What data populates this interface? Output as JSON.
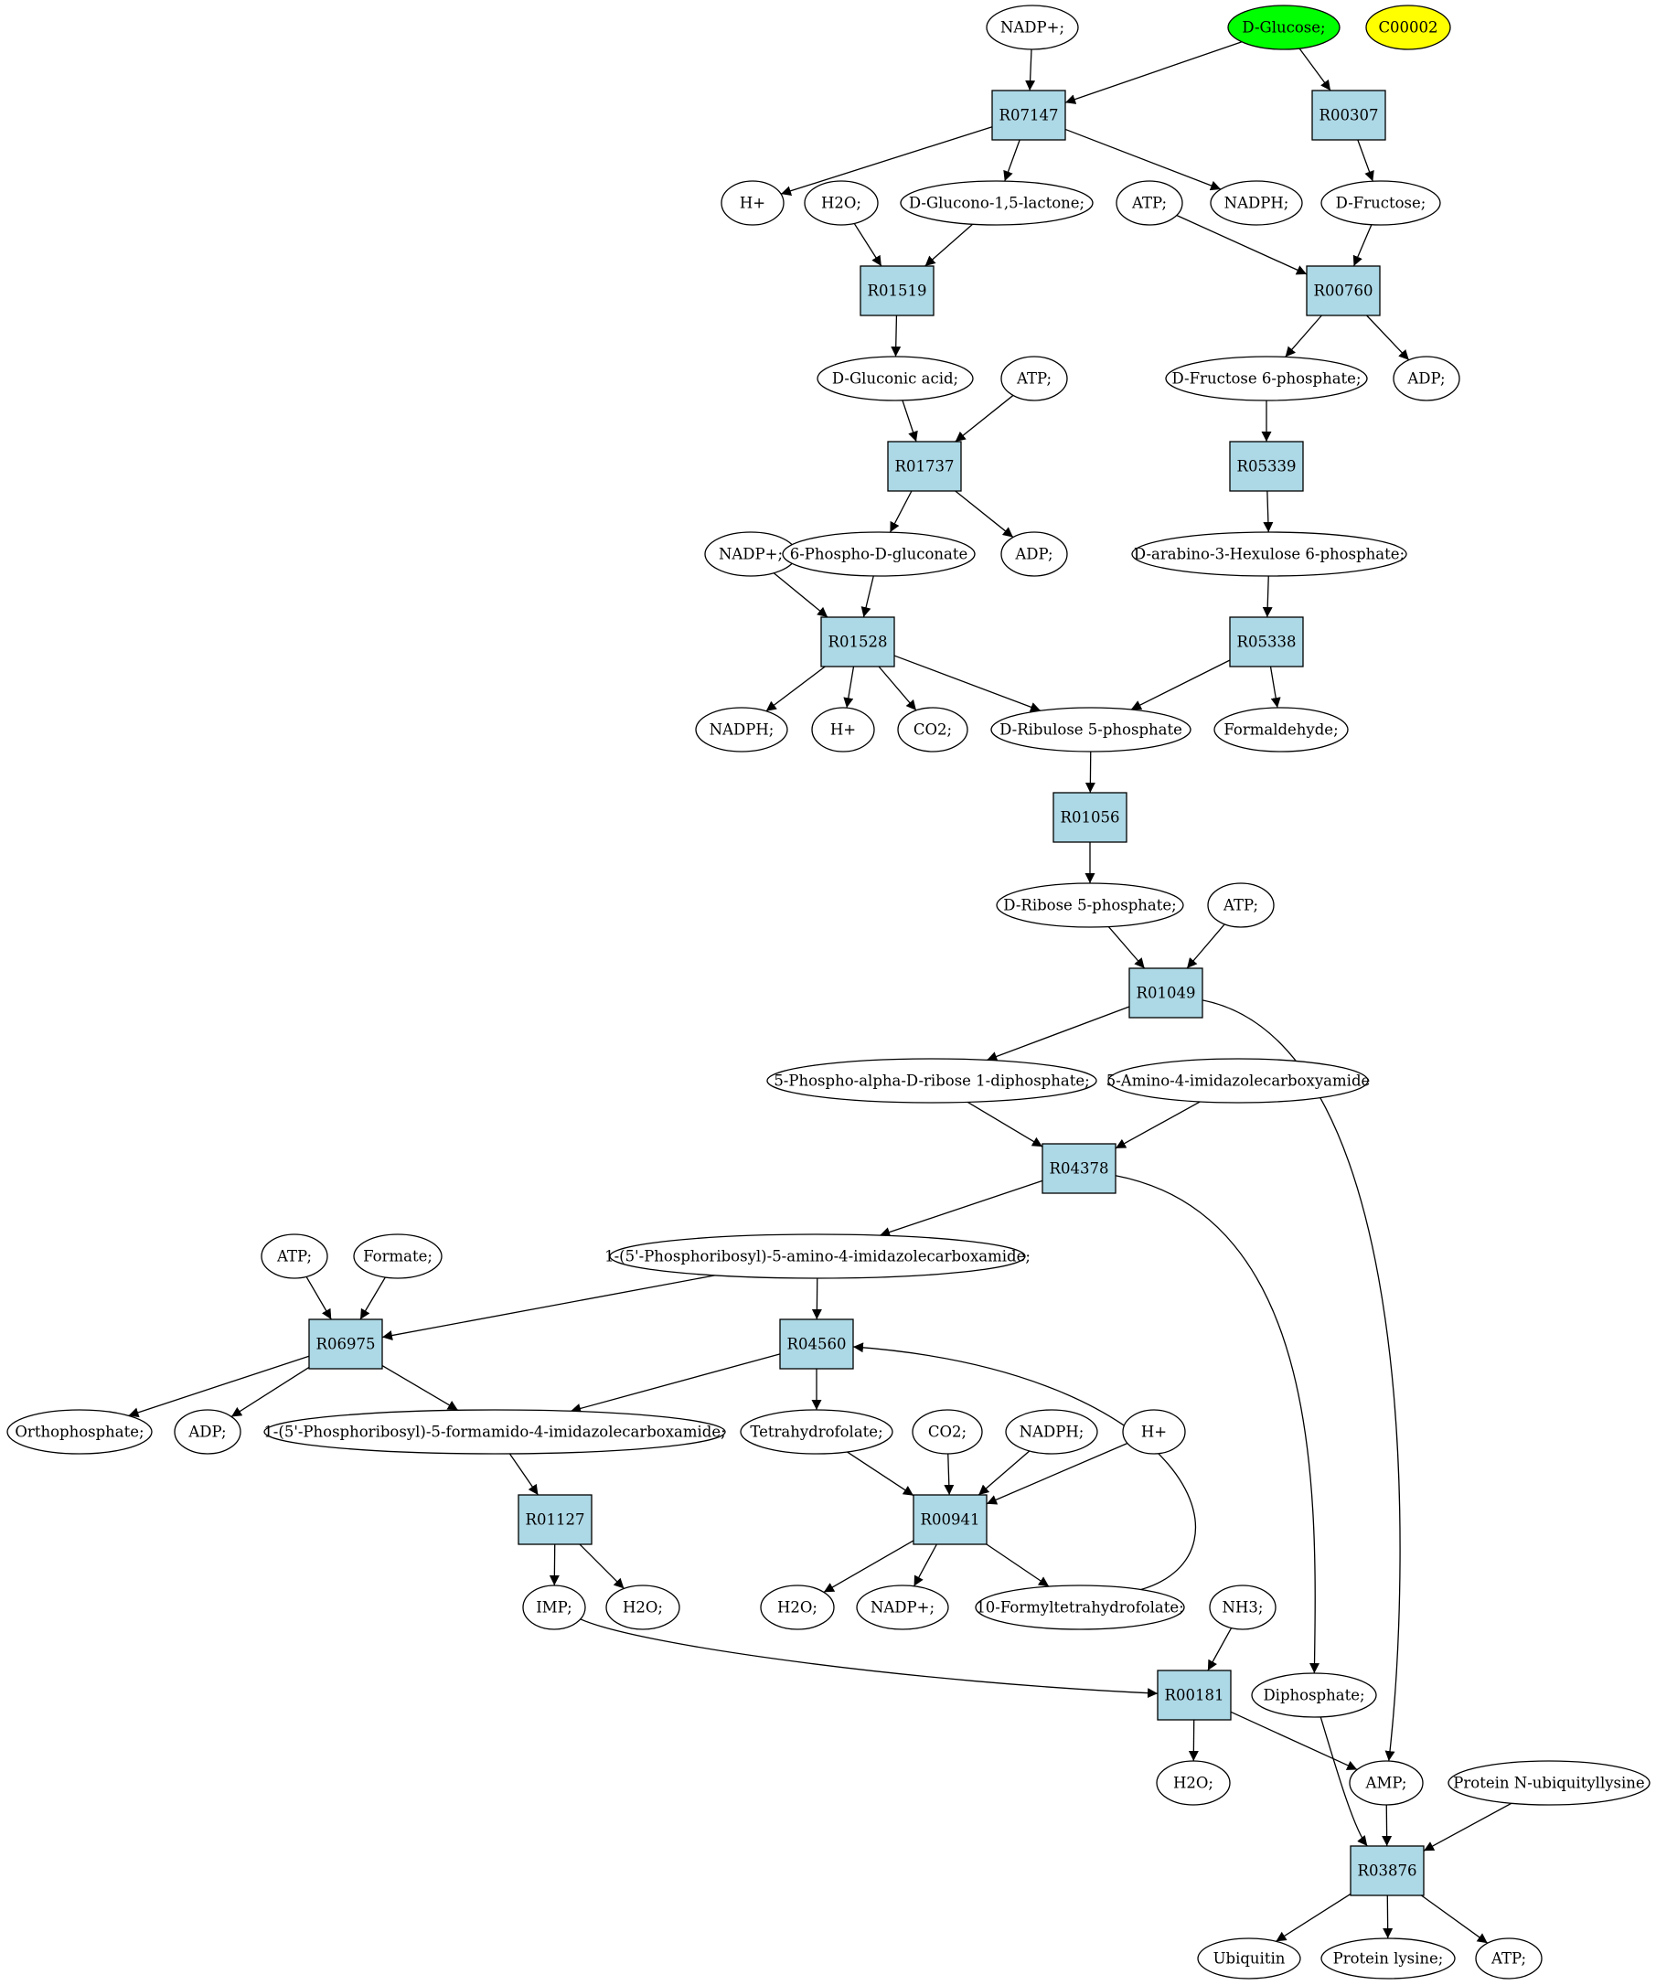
{
  "colors": {
    "reaction_fill": "#add8e6",
    "compound_fill": "#ffffff",
    "highlight_green": "#00ff00",
    "highlight_yellow": "#ffff00",
    "stroke": "#000000"
  },
  "nodes": [
    {
      "id": "c_nadp1",
      "label": "NADP+;",
      "kind": "compound"
    },
    {
      "id": "c_glucose",
      "label": "D-Glucose;",
      "kind": "compound",
      "fill": "#00ff00"
    },
    {
      "id": "c_c00002",
      "label": "C00002",
      "kind": "compound",
      "fill": "#ffff00"
    },
    {
      "id": "r_R07147",
      "label": "R07147",
      "kind": "reaction"
    },
    {
      "id": "r_R00307",
      "label": "R00307",
      "kind": "reaction"
    },
    {
      "id": "c_hplus1",
      "label": "H+",
      "kind": "compound"
    },
    {
      "id": "c_h2o1",
      "label": "H2O;",
      "kind": "compound"
    },
    {
      "id": "c_gluconolactone",
      "label": "D-Glucono-1,5-lactone;",
      "kind": "compound"
    },
    {
      "id": "c_atp1",
      "label": "ATP;",
      "kind": "compound"
    },
    {
      "id": "c_nadph1",
      "label": "NADPH;",
      "kind": "compound"
    },
    {
      "id": "c_fructose",
      "label": "D-Fructose;",
      "kind": "compound"
    },
    {
      "id": "r_R01519",
      "label": "R01519",
      "kind": "reaction"
    },
    {
      "id": "r_R00760",
      "label": "R00760",
      "kind": "reaction"
    },
    {
      "id": "c_gluconic",
      "label": "D-Gluconic acid;",
      "kind": "compound"
    },
    {
      "id": "c_atp2",
      "label": "ATP;",
      "kind": "compound"
    },
    {
      "id": "c_f6p",
      "label": "D-Fructose 6-phosphate;",
      "kind": "compound"
    },
    {
      "id": "c_adp1",
      "label": "ADP;",
      "kind": "compound"
    },
    {
      "id": "r_R01737",
      "label": "R01737",
      "kind": "reaction"
    },
    {
      "id": "r_R05339",
      "label": "R05339",
      "kind": "reaction"
    },
    {
      "id": "c_nadp2",
      "label": "NADP+;",
      "kind": "compound"
    },
    {
      "id": "c_6pg",
      "label": "6-Phospho-D-gluconate",
      "kind": "compound"
    },
    {
      "id": "c_adp2",
      "label": "ADP;",
      "kind": "compound"
    },
    {
      "id": "c_hexulose",
      "label": "D-arabino-3-Hexulose 6-phosphate;",
      "kind": "compound"
    },
    {
      "id": "r_R01528",
      "label": "R01528",
      "kind": "reaction"
    },
    {
      "id": "r_R05338",
      "label": "R05338",
      "kind": "reaction"
    },
    {
      "id": "c_nadph2",
      "label": "NADPH;",
      "kind": "compound"
    },
    {
      "id": "c_hplus2",
      "label": "H+",
      "kind": "compound"
    },
    {
      "id": "c_co2_1",
      "label": "CO2;",
      "kind": "compound"
    },
    {
      "id": "c_ru5p",
      "label": "D-Ribulose 5-phosphate",
      "kind": "compound"
    },
    {
      "id": "c_formaldehyde",
      "label": "Formaldehyde;",
      "kind": "compound"
    },
    {
      "id": "r_R01056",
      "label": "R01056",
      "kind": "reaction"
    },
    {
      "id": "c_r5p",
      "label": "D-Ribose 5-phosphate;",
      "kind": "compound"
    },
    {
      "id": "c_atp3",
      "label": "ATP;",
      "kind": "compound"
    },
    {
      "id": "r_R01049",
      "label": "R01049",
      "kind": "reaction"
    },
    {
      "id": "c_prpp",
      "label": "5-Phospho-alpha-D-ribose 1-diphosphate;",
      "kind": "compound"
    },
    {
      "id": "c_aica",
      "label": "5-Amino-4-imidazolecarboxyamide",
      "kind": "compound"
    },
    {
      "id": "r_R04378",
      "label": "R04378",
      "kind": "reaction"
    },
    {
      "id": "c_atp4",
      "label": "ATP;",
      "kind": "compound"
    },
    {
      "id": "c_formate",
      "label": "Formate;",
      "kind": "compound"
    },
    {
      "id": "c_aicar",
      "label": "1-(5'-Phosphoribosyl)-5-amino-4-imidazolecarboxamide;",
      "kind": "compound"
    },
    {
      "id": "r_R06975",
      "label": "R06975",
      "kind": "reaction"
    },
    {
      "id": "r_R04560",
      "label": "R04560",
      "kind": "reaction"
    },
    {
      "id": "c_orthophosphate",
      "label": "Orthophosphate;",
      "kind": "compound"
    },
    {
      "id": "c_adp3",
      "label": "ADP;",
      "kind": "compound"
    },
    {
      "id": "c_faicar",
      "label": "1-(5'-Phosphoribosyl)-5-formamido-4-imidazolecarboxamide;",
      "kind": "compound"
    },
    {
      "id": "c_thf",
      "label": "Tetrahydrofolate;",
      "kind": "compound"
    },
    {
      "id": "c_co2_2",
      "label": "CO2;",
      "kind": "compound"
    },
    {
      "id": "c_nadph3",
      "label": "NADPH;",
      "kind": "compound"
    },
    {
      "id": "c_hplus3",
      "label": "H+",
      "kind": "compound"
    },
    {
      "id": "r_R01127",
      "label": "R01127",
      "kind": "reaction"
    },
    {
      "id": "r_R00941",
      "label": "R00941",
      "kind": "reaction"
    },
    {
      "id": "c_imp",
      "label": "IMP;",
      "kind": "compound"
    },
    {
      "id": "c_h2o2",
      "label": "H2O;",
      "kind": "compound"
    },
    {
      "id": "c_h2o3",
      "label": "H2O;",
      "kind": "compound"
    },
    {
      "id": "c_nadp3",
      "label": "NADP+;",
      "kind": "compound"
    },
    {
      "id": "c_10fthf",
      "label": "10-Formyltetrahydrofolate;",
      "kind": "compound"
    },
    {
      "id": "c_nh3",
      "label": "NH3;",
      "kind": "compound"
    },
    {
      "id": "r_R00181",
      "label": "R00181",
      "kind": "reaction"
    },
    {
      "id": "c_diphosphate",
      "label": "Diphosphate;",
      "kind": "compound"
    },
    {
      "id": "c_h2o4",
      "label": "H2O;",
      "kind": "compound"
    },
    {
      "id": "c_amp",
      "label": "AMP;",
      "kind": "compound"
    },
    {
      "id": "c_protubiq",
      "label": "Protein N-ubiquityllysine",
      "kind": "compound"
    },
    {
      "id": "r_R03876",
      "label": "R03876",
      "kind": "reaction"
    },
    {
      "id": "c_ubiquitin",
      "label": "Ubiquitin",
      "kind": "compound"
    },
    {
      "id": "c_protlys",
      "label": "Protein lysine;",
      "kind": "compound"
    },
    {
      "id": "c_atp5",
      "label": "ATP;",
      "kind": "compound"
    }
  ],
  "edges": [
    [
      "c_nadp1",
      "r_R07147"
    ],
    [
      "c_glucose",
      "r_R07147"
    ],
    [
      "c_glucose",
      "r_R00307"
    ],
    [
      "r_R07147",
      "c_hplus1"
    ],
    [
      "r_R07147",
      "c_gluconolactone"
    ],
    [
      "r_R07147",
      "c_nadph1"
    ],
    [
      "r_R00307",
      "c_fructose"
    ],
    [
      "c_h2o1",
      "r_R01519"
    ],
    [
      "c_gluconolactone",
      "r_R01519"
    ],
    [
      "c_atp1",
      "r_R00760"
    ],
    [
      "c_fructose",
      "r_R00760"
    ],
    [
      "r_R01519",
      "c_gluconic"
    ],
    [
      "r_R00760",
      "c_f6p"
    ],
    [
      "r_R00760",
      "c_adp1"
    ],
    [
      "c_gluconic",
      "r_R01737"
    ],
    [
      "c_atp2",
      "r_R01737"
    ],
    [
      "c_f6p",
      "r_R05339"
    ],
    [
      "r_R01737",
      "c_6pg"
    ],
    [
      "r_R01737",
      "c_adp2"
    ],
    [
      "r_R05339",
      "c_hexulose"
    ],
    [
      "c_nadp2",
      "r_R01528"
    ],
    [
      "c_6pg",
      "r_R01528"
    ],
    [
      "c_hexulose",
      "r_R05338"
    ],
    [
      "r_R01528",
      "c_nadph2"
    ],
    [
      "r_R01528",
      "c_hplus2"
    ],
    [
      "r_R01528",
      "c_co2_1"
    ],
    [
      "r_R01528",
      "c_ru5p"
    ],
    [
      "r_R05338",
      "c_ru5p"
    ],
    [
      "r_R05338",
      "c_formaldehyde"
    ],
    [
      "c_ru5p",
      "r_R01056"
    ],
    [
      "r_R01056",
      "c_r5p"
    ],
    [
      "c_r5p",
      "r_R01049"
    ],
    [
      "c_atp3",
      "r_R01049"
    ],
    [
      "r_R01049",
      "c_prpp"
    ],
    [
      "r_R01049",
      "c_amp"
    ],
    [
      "c_prpp",
      "r_R04378"
    ],
    [
      "c_aica",
      "r_R04378"
    ],
    [
      "r_R04378",
      "c_aicar"
    ],
    [
      "r_R04378",
      "c_diphosphate"
    ],
    [
      "c_atp4",
      "r_R06975"
    ],
    [
      "c_formate",
      "r_R06975"
    ],
    [
      "c_aicar",
      "r_R06975"
    ],
    [
      "c_aicar",
      "r_R04560"
    ],
    [
      "r_R06975",
      "c_orthophosphate"
    ],
    [
      "r_R06975",
      "c_adp3"
    ],
    [
      "r_R06975",
      "c_faicar"
    ],
    [
      "r_R04560",
      "c_faicar"
    ],
    [
      "r_R04560",
      "c_thf"
    ],
    [
      "c_thf",
      "r_R00941"
    ],
    [
      "c_co2_2",
      "r_R00941"
    ],
    [
      "c_nadph3",
      "r_R00941"
    ],
    [
      "c_hplus3",
      "r_R00941"
    ],
    [
      "c_faicar",
      "r_R01127"
    ],
    [
      "r_R01127",
      "c_imp"
    ],
    [
      "r_R01127",
      "c_h2o2"
    ],
    [
      "r_R00941",
      "c_h2o3"
    ],
    [
      "r_R00941",
      "c_nadp3"
    ],
    [
      "r_R00941",
      "c_10fthf"
    ],
    [
      "c_10fthf",
      "r_R04560"
    ],
    [
      "c_imp",
      "r_R00181"
    ],
    [
      "c_nh3",
      "r_R00181"
    ],
    [
      "r_R00181",
      "c_h2o4"
    ],
    [
      "r_R00181",
      "c_amp"
    ],
    [
      "c_diphosphate",
      "r_R03876"
    ],
    [
      "c_amp",
      "r_R03876"
    ],
    [
      "c_protubiq",
      "r_R03876"
    ],
    [
      "r_R03876",
      "c_ubiquitin"
    ],
    [
      "r_R03876",
      "c_protlys"
    ],
    [
      "r_R03876",
      "c_atp5"
    ]
  ]
}
